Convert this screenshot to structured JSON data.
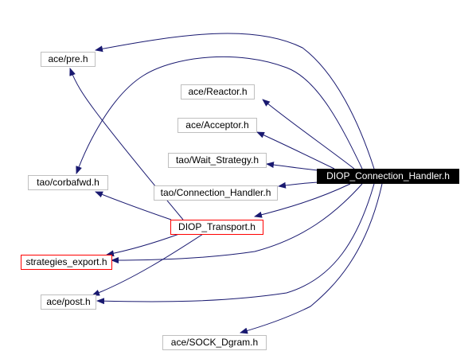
{
  "colors": {
    "edge": "#191970",
    "node_border": "#bfbfbf",
    "node_border_highlight": "#ff0000",
    "root_fill": "#000000",
    "root_text": "#ffffff"
  },
  "nodes": {
    "root": "DIOP_Connection_Handler.h",
    "ace_pre": "ace/pre.h",
    "ace_reactor": "ace/Reactor.h",
    "ace_acceptor": "ace/Acceptor.h",
    "tao_wait_strategy": "tao/Wait_Strategy.h",
    "tao_connection_handler": "tao/Connection_Handler.h",
    "tao_corbafwd": "tao/corbafwd.h",
    "diop_transport": "DIOP_Transport.h",
    "strategies_export": "strategies_export.h",
    "ace_post": "ace/post.h",
    "ace_sock_dgram": "ace/SOCK_Dgram.h"
  }
}
